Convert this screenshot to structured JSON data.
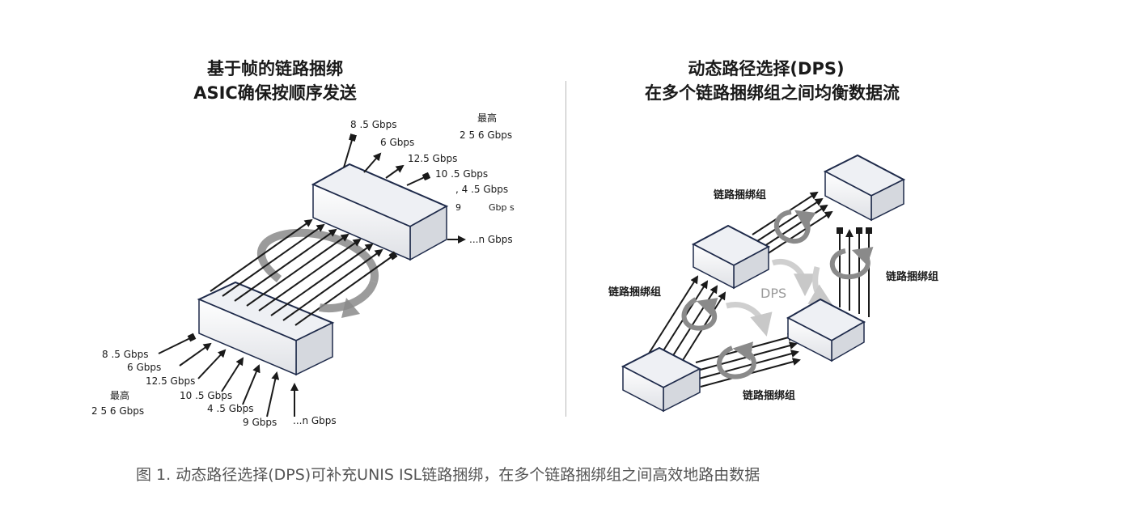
{
  "left_title": {
    "line1": "基于帧的链路捆绑",
    "line2": "ASIC确保按顺序发送"
  },
  "right_title": {
    "line1": "动态路径选择(DPS)",
    "line2": "在多个链路捆绑组之间均衡数据流"
  },
  "left_diagram": {
    "top_labels": [
      "8 .5  Gbps",
      "6  Gbps",
      "12.5  Gbps",
      "10 .5  Gbps",
      ",   4 .5  Gbps",
      "9",
      "Gbp s",
      "...n  Gbps"
    ],
    "top_max_label": "最高",
    "top_max_value": "2 5 6   Gbps",
    "bottom_labels": [
      "8 .5  Gbps",
      "6  Gbps",
      "12.5  Gbps",
      "10 .5  Gbps",
      "4 .5  Gbps",
      "9  Gbps",
      "...n  Gbps"
    ],
    "bottom_max_label": "最高",
    "bottom_max_value": "2 5 6    Gbps"
  },
  "right_diagram": {
    "group_labels": [
      "链路捆绑组",
      "链路捆绑组",
      "链路捆绑组",
      "链路捆绑组"
    ],
    "dps_label": "DPS"
  },
  "caption": "图 1. 动态路径选择(DPS)可补充UNIS ISL链路捆绑，在多个链路捆绑组之间高效地路由数据"
}
